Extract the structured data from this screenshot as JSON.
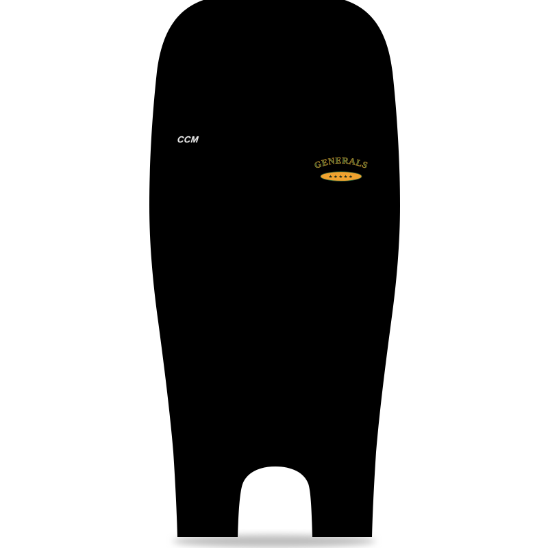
{
  "product": {
    "description": "Black hockey pants product photo on white background",
    "brand": "CCM",
    "team": "GENERALS",
    "stars": "★★★★★",
    "colors": {
      "pants": "#000000",
      "background": "#ffffff",
      "brand_text": "#e9e9e9",
      "team_green": "#2f5d33",
      "team_gold_outline": "#d79a2b",
      "badge_orange": "#f0a32f",
      "star_color": "#1c2e1c",
      "floor_shadow": "#bdbdbd"
    }
  }
}
